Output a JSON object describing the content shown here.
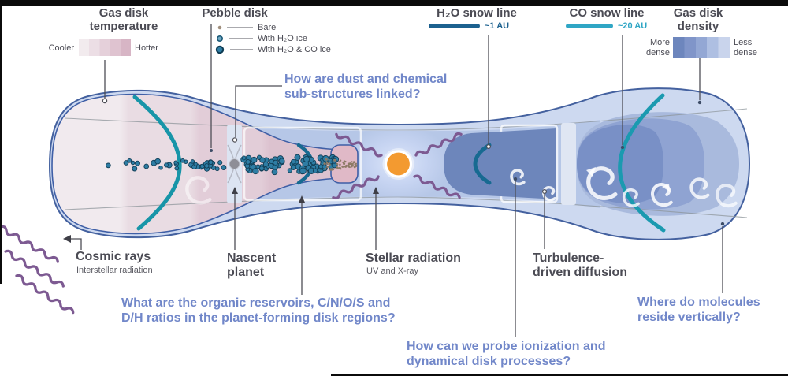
{
  "legend": {
    "gas_temperature": {
      "title": [
        "Gas disk",
        "temperature"
      ],
      "cooler": "Cooler",
      "hotter": "Hotter",
      "gradient": [
        "#f2ebee",
        "#ecdee5",
        "#e5d0da",
        "#dfc3d0",
        "#d7b5c5"
      ]
    },
    "pebble_disk": {
      "title": "Pebble disk",
      "items": [
        "Bare",
        "With H₂O ice",
        "With H₂O & CO ice"
      ]
    },
    "h2o_snow_line": {
      "title": "H₂O snow line",
      "distance": "~1 AU",
      "color": "#1c618f"
    },
    "co_snow_line": {
      "title": "CO snow line",
      "distance": "~20 AU",
      "color": "#2fa6c5"
    },
    "gas_density": {
      "title": [
        "Gas disk",
        "density"
      ],
      "more": [
        "More",
        "dense"
      ],
      "less": [
        "Less",
        "dense"
      ],
      "gradient": [
        "#6d86bd",
        "#8095c9",
        "#93a7d4",
        "#aebfe2",
        "#c9d4ec"
      ]
    }
  },
  "labels": {
    "cosmic_rays": {
      "title": "Cosmic rays",
      "subtitle": "Interstellar radiation"
    },
    "nascent_planet": [
      "Nascent",
      "planet"
    ],
    "stellar_radiation": {
      "title": "Stellar radiation",
      "subtitle": "UV and X-ray"
    },
    "turbulence": [
      "Turbulence-",
      "driven diffusion"
    ]
  },
  "questions": {
    "dust": [
      "How are dust and chemical",
      "sub-structures linked?"
    ],
    "organics": [
      "What are the organic reservoirs, C/N/O/S and",
      "D/H ratios in the planet-forming disk regions?"
    ],
    "ionization": [
      "How can we probe ionization and",
      "dynamical disk processes?"
    ],
    "molecules": [
      "Where do molecules",
      "reside vertically?"
    ]
  },
  "colors": {
    "question_text": "#7187c9",
    "heading_text": "#4b4b54",
    "star": "#f39a30",
    "disk_outline": "#3f5fa6",
    "snow_line_curve": "#1b9ab0",
    "radiation_squiggle": "#7d5a92"
  }
}
